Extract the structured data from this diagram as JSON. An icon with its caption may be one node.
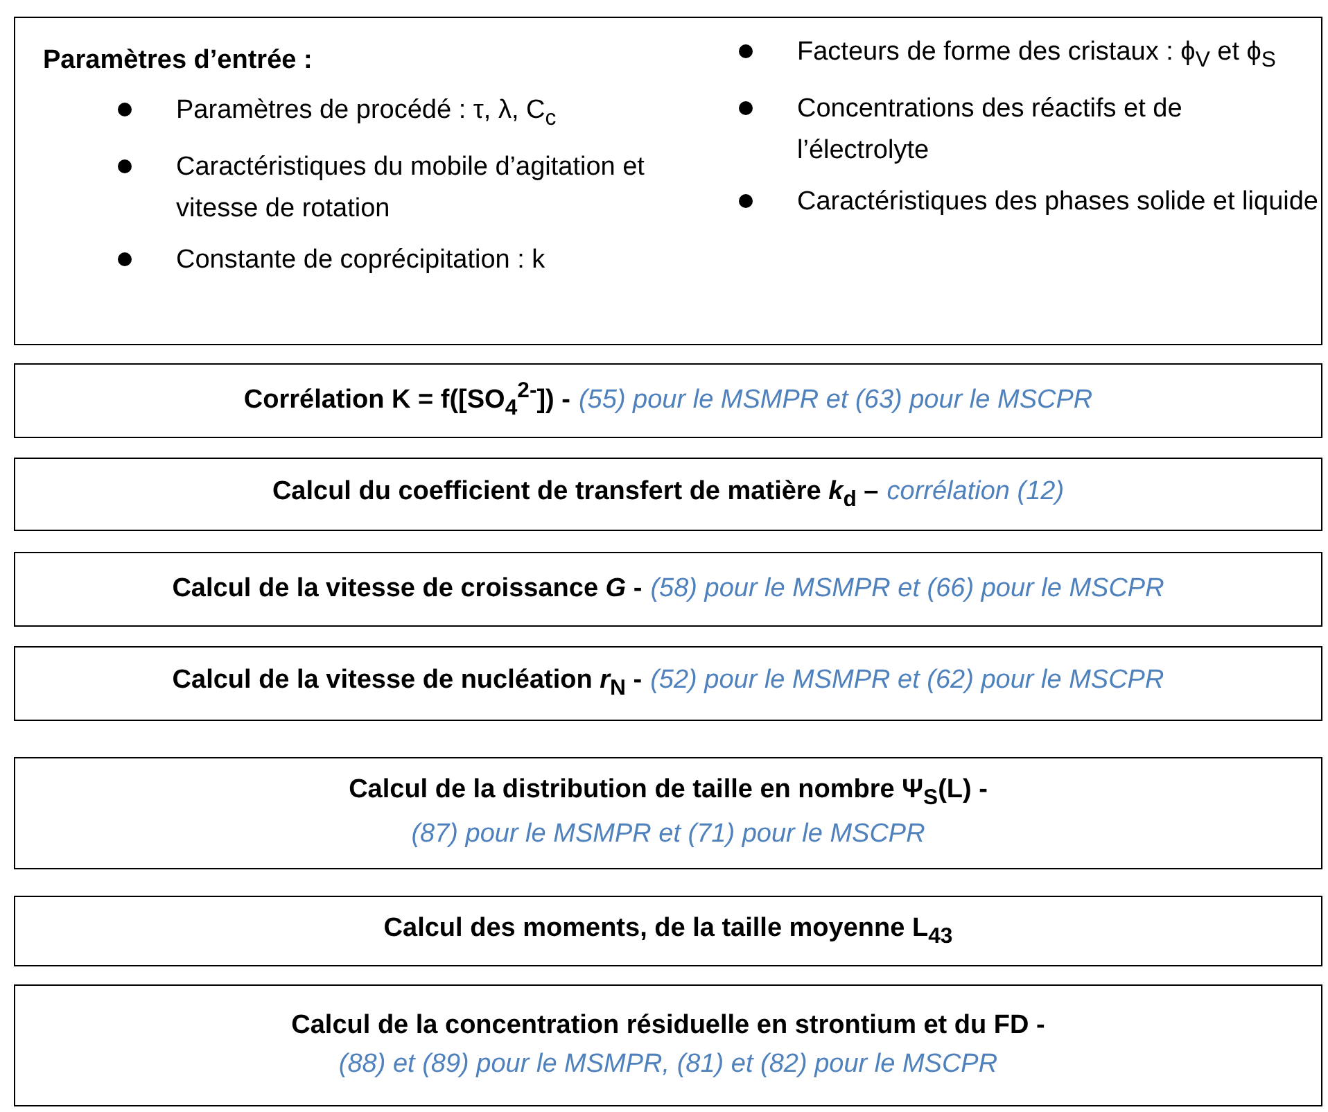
{
  "diagram": {
    "nodes": [
      {
        "text": [
          "Paramètres d’entrée :",
          "Paramètres de procédé : τ, λ, C$_{c}$",
          "Caractéristiques du mobile d’agitation et vitesse de rotation",
          "Constante de coprécipitation : k",
          "Facteurs de forme des cristaux : ϕ$_{V}$ et ϕ$_{S}$",
          "Concentrations des réactifs et de l’électrolyte",
          "Caractéristiques des phases solide et liquide"
        ]
      },
      {
        "text": [
          "Corrélation K = f([SO$_{4}$$^{2-}$]) -",
          "(55) pour le MSMPR et (63) pour le MSCPR"
        ]
      },
      {
        "text": [
          "Calcul du coefficient de transfert de matière *k*$_{d}$ –",
          "corrélation (12)"
        ]
      },
      {
        "text": [
          "Calcul de la vitesse de croissance *G* -",
          "(58) pour le MSMPR et (66) pour le MSCPR"
        ]
      },
      {
        "text": [
          "Calcul de la vitesse de nucléation *r*$_{N}$ -",
          "(52) pour le MSMPR et (62) pour le MSCPR"
        ]
      },
      {
        "text": [
          "Calcul de la distribution de taille en nombre Ψ$_{S}$(L) -",
          "(87) pour le MSMPR et (71) pour le MSCPR"
        ]
      },
      {
        "text": [
          "Calcul des moments, de la taille moyenne L$_{43}$"
        ]
      },
      {
        "text": [
          "Calcul de la concentration résiduelle en strontium et du FD -",
          "(88) et (89) pour le MSMPR, (81) et (82) pour le MSCPR"
        ]
      }
    ]
  }
}
